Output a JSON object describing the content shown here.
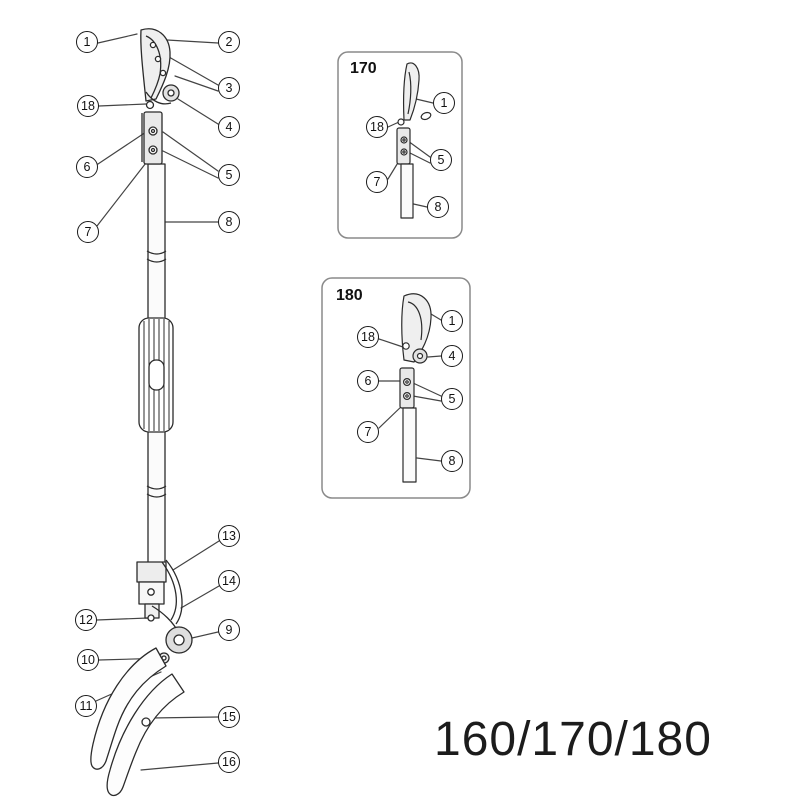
{
  "title": "160/170/180",
  "main_diagram": {
    "callouts": [
      {
        "label": "1"
      },
      {
        "label": "2"
      },
      {
        "label": "3"
      },
      {
        "label": "18"
      },
      {
        "label": "4"
      },
      {
        "label": "6"
      },
      {
        "label": "5"
      },
      {
        "label": "7"
      },
      {
        "label": "8"
      },
      {
        "label": "13"
      },
      {
        "label": "14"
      },
      {
        "label": "12"
      },
      {
        "label": "9"
      },
      {
        "label": "10"
      },
      {
        "label": "11"
      },
      {
        "label": "15"
      },
      {
        "label": "16"
      }
    ]
  },
  "insets": [
    {
      "label": "170",
      "callouts": [
        {
          "label": "1"
        },
        {
          "label": "18"
        },
        {
          "label": "5"
        },
        {
          "label": "7"
        },
        {
          "label": "8"
        }
      ]
    },
    {
      "label": "180",
      "callouts": [
        {
          "label": "1"
        },
        {
          "label": "18"
        },
        {
          "label": "4"
        },
        {
          "label": "6"
        },
        {
          "label": "5"
        },
        {
          "label": "7"
        },
        {
          "label": "8"
        }
      ]
    }
  ]
}
